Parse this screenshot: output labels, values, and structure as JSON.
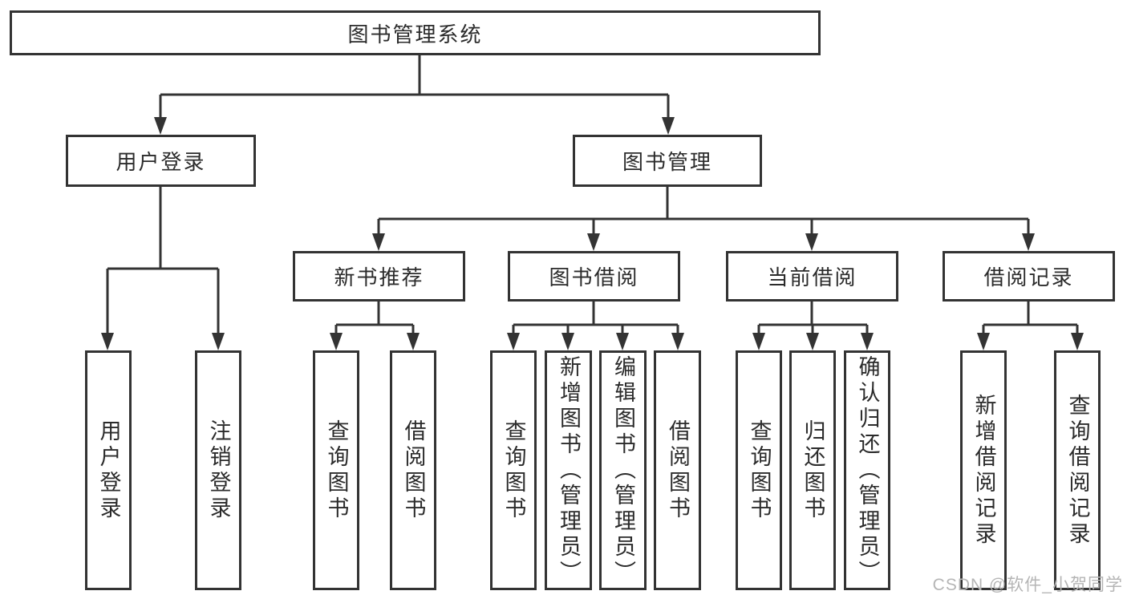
{
  "tree": {
    "root": "图书管理系统",
    "children": [
      {
        "label": "用户登录",
        "children": [
          "用户登录",
          "注销登录"
        ]
      },
      {
        "label": "图书管理",
        "children": [
          {
            "label": "新书推荐",
            "children": [
              "查询图书",
              "借阅图书"
            ]
          },
          {
            "label": "图书借阅",
            "children": [
              "查询图书",
              "新增图书（管理员）",
              "编辑图书（管理员）",
              "借阅图书"
            ]
          },
          {
            "label": "当前借阅",
            "children": [
              "查询图书",
              "归还图书",
              "确认归还（管理员）"
            ]
          },
          {
            "label": "借阅记录",
            "children": [
              "新增借阅记录",
              "查询借阅记录"
            ]
          }
        ]
      }
    ]
  },
  "watermark": {
    "text": "CSDN @软件_小贺同学"
  },
  "colors": {
    "line": "#333333",
    "box_border": "#333333",
    "box_fill": "#ffffff",
    "text": "#2b2b2b",
    "watermark": "#b5b5b5"
  }
}
